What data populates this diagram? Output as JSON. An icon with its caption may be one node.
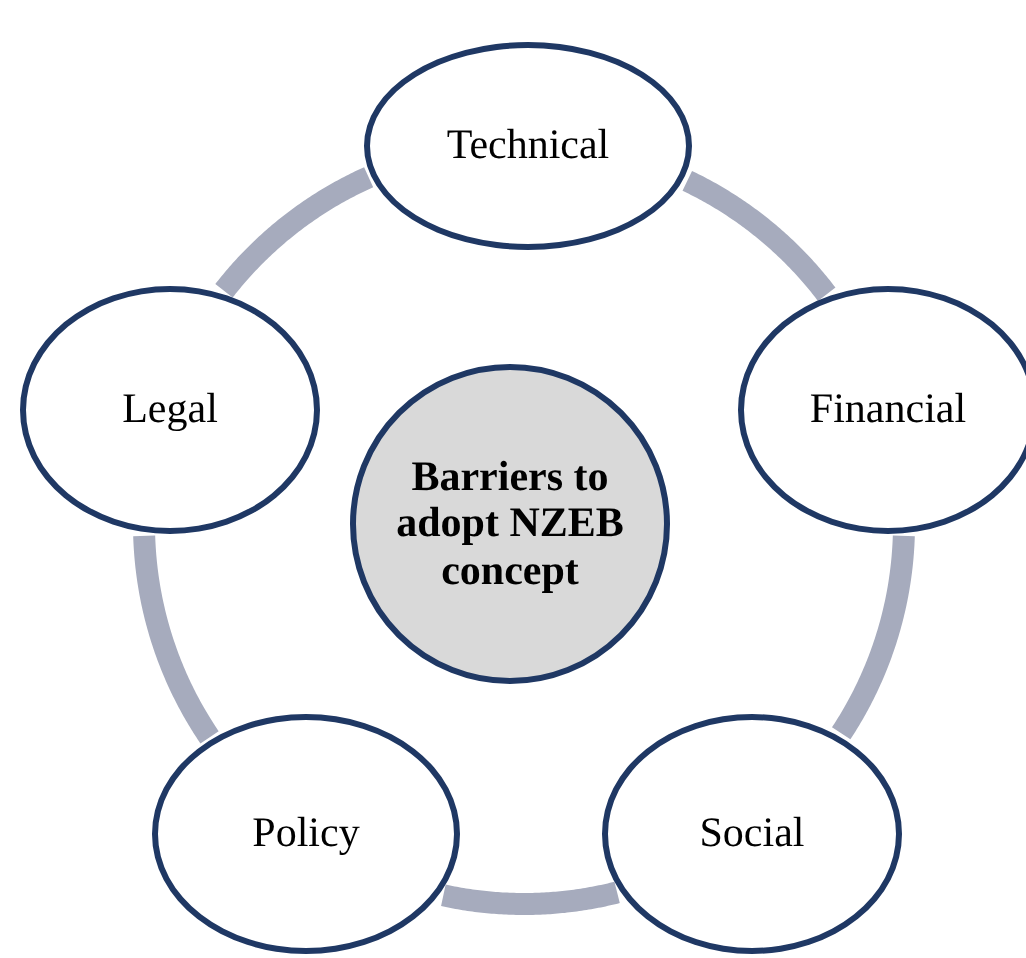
{
  "diagram": {
    "nodes": [
      {
        "text": [
          "Technical"
        ]
      },
      {
        "text": [
          "Financial"
        ]
      },
      {
        "text": [
          "Social"
        ]
      },
      {
        "text": [
          "Policy"
        ]
      },
      {
        "text": [
          "Legal"
        ]
      },
      {
        "text": [
          "Barriers to adopt NZEB concept"
        ]
      }
    ],
    "edges": [
      {
        "from": 0,
        "to": 1,
        "arrow": "none"
      },
      {
        "from": 1,
        "to": 2,
        "arrow": "none"
      },
      {
        "from": 2,
        "to": 3,
        "arrow": "none"
      },
      {
        "from": 3,
        "to": 4,
        "arrow": "none"
      },
      {
        "from": 4,
        "to": 0,
        "arrow": "none"
      }
    ]
  }
}
